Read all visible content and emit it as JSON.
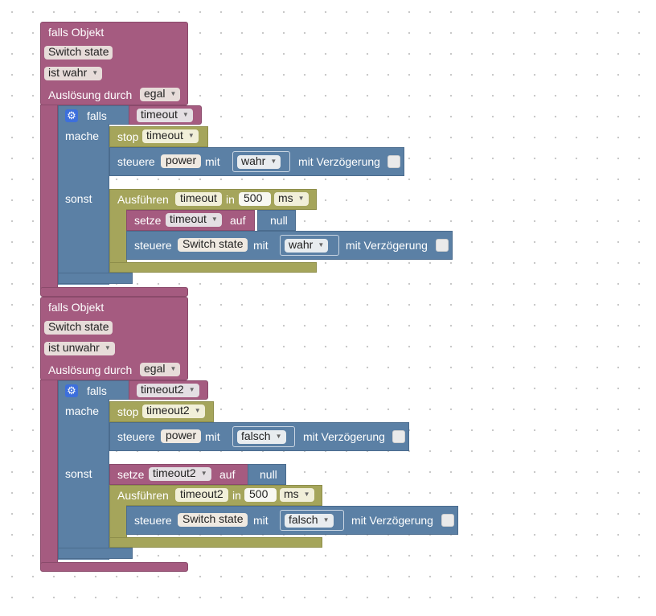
{
  "blocks": [
    {
      "header": "falls Objekt",
      "object": "Switch state",
      "condition": "ist wahr",
      "trigger_label": "Auslösung durch",
      "trigger_value": "egal",
      "if_label": "falls",
      "if_var": "timeout",
      "do_label": "mache",
      "stop_label": "stop",
      "stop_var": "timeout",
      "set1_label": "steuere",
      "set1_obj": "power",
      "set1_with": "mit",
      "set1_val": "wahr",
      "set1_delay": "mit Verzögerung",
      "else_label": "sonst",
      "else_a_label": "Ausführen",
      "else_a_var": "timeout",
      "else_a_in": "in",
      "else_a_num": "500",
      "else_a_unit": "ms",
      "else_b_label": "setze",
      "else_b_var": "timeout",
      "else_b_on": "auf",
      "else_b_val": "null",
      "else_c_label": "steuere",
      "else_c_obj": "Switch state",
      "else_c_with": "mit",
      "else_c_val": "wahr",
      "else_c_delay": "mit Verzögerung"
    },
    {
      "header": "falls Objekt",
      "object": "Switch state",
      "condition": "ist unwahr",
      "trigger_label": "Auslösung durch",
      "trigger_value": "egal",
      "if_label": "falls",
      "if_var": "timeout2",
      "do_label": "mache",
      "stop_label": "stop",
      "stop_var": "timeout2",
      "set1_label": "steuere",
      "set1_obj": "power",
      "set1_with": "mit",
      "set1_val": "falsch",
      "set1_delay": "mit Verzögerung",
      "else_label": "sonst",
      "else_a_label": "setze",
      "else_a_var": "timeout2",
      "else_a_on": "auf",
      "else_a_val": "null",
      "else_b_label": "Ausführen",
      "else_b_var": "timeout2",
      "else_b_in": "in",
      "else_b_num": "500",
      "else_b_unit": "ms",
      "else_c_label": "steuere",
      "else_c_obj": "Switch state",
      "else_c_with": "mit",
      "else_c_val": "falsch",
      "else_c_delay": "mit Verzögerung"
    }
  ],
  "colors": {
    "event": "#a55b80",
    "control": "#5b80a5",
    "timer": "#a5a55b",
    "background": "#ffffff",
    "grid_dot": "#c8c8c8"
  },
  "icons": [
    "gear-icon",
    "dropdown-arrow-icon"
  ]
}
